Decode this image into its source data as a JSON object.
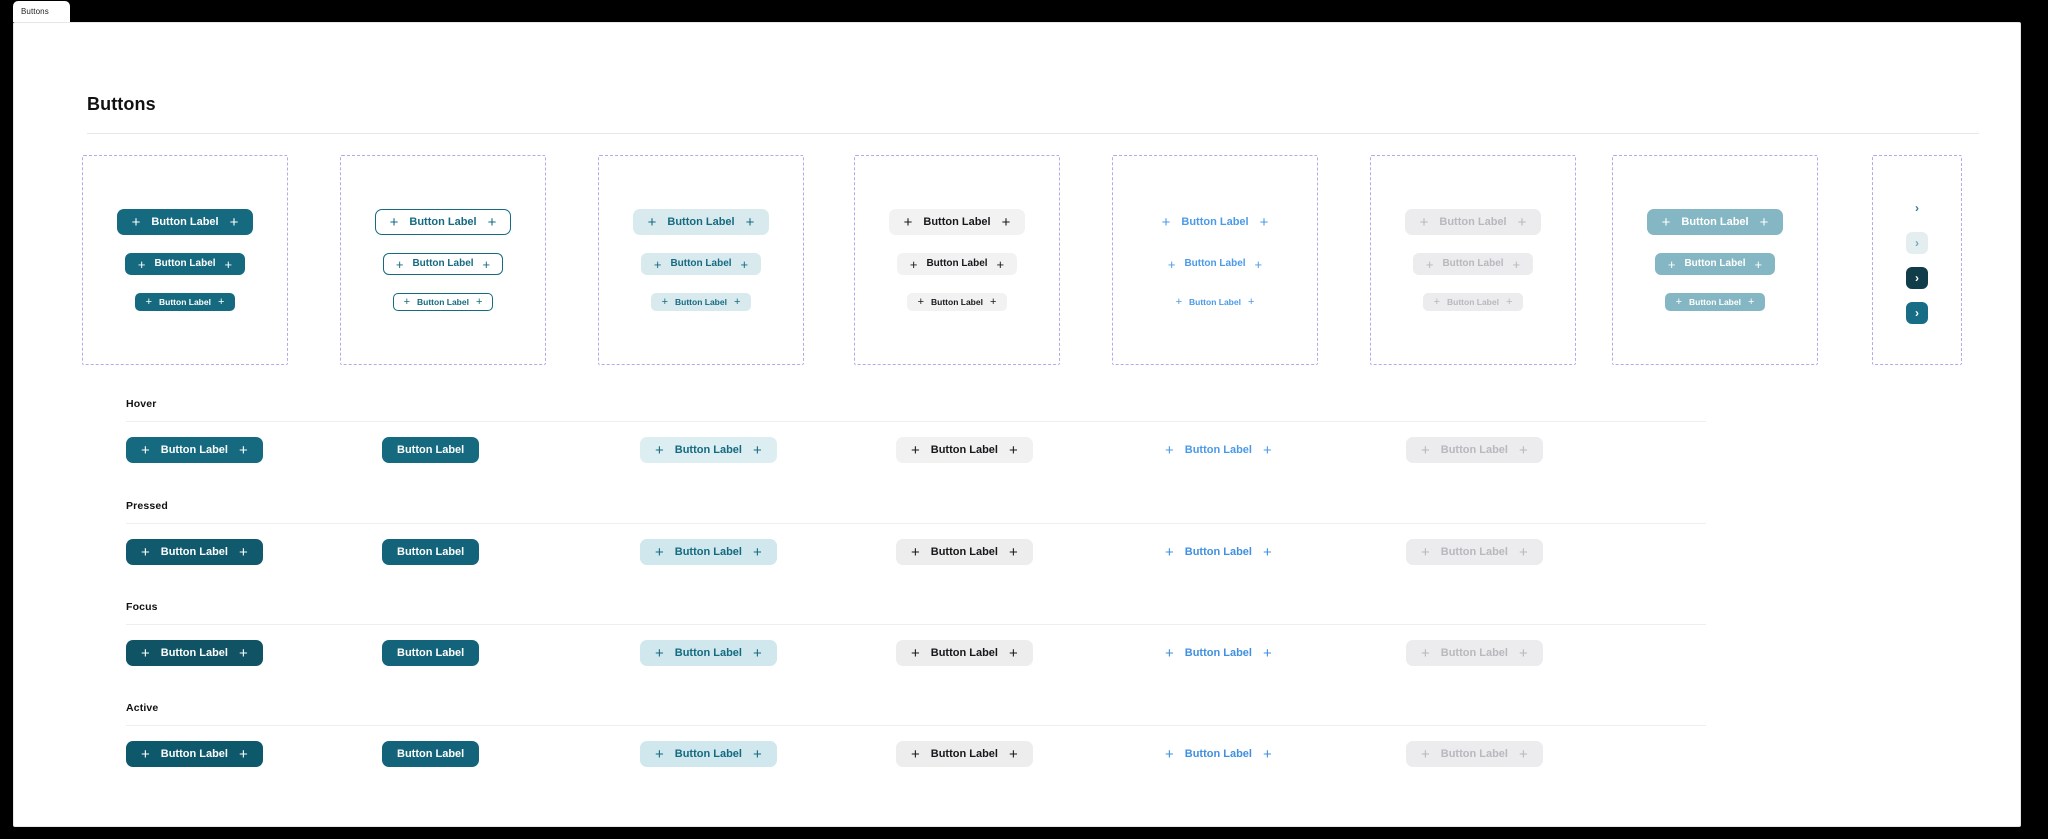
{
  "browser": {
    "tab_title": "Buttons"
  },
  "page": {
    "title": "Buttons"
  },
  "labels": {
    "button_label": "Button Label",
    "plus_icon": "+",
    "chevron_right_icon": "›"
  },
  "colors": {
    "primary": "#156a80",
    "primary_pressed": "#115a6d",
    "tonal_bg": "#d9eaef",
    "tonal_text": "#156a80",
    "neutral_bg": "#f2f2f3",
    "neutral_text": "#18181b",
    "link_text": "#4a9ae8",
    "disabled_bg": "#ececee",
    "disabled_text": "#b8b8bd",
    "muted_teal": "#84b7c3",
    "icon_dark": "#113c4a",
    "card_border": "#b9a8e8",
    "rule": "#eceef0"
  },
  "spec_cards": [
    {
      "name": "primary",
      "variant": "v-primary",
      "buttons": [
        {
          "size": "sz-lg",
          "label": "Button Label",
          "leading_icon": "+",
          "trailing_icon": "+"
        },
        {
          "size": "sz-md",
          "label": "Button Label",
          "leading_icon": "+",
          "trailing_icon": "+"
        },
        {
          "size": "sz-sm",
          "label": "Button Label",
          "leading_icon": "+",
          "trailing_icon": "+"
        }
      ]
    },
    {
      "name": "outline",
      "variant": "v-outline",
      "buttons": [
        {
          "size": "sz-lg",
          "label": "Button Label",
          "leading_icon": "+",
          "trailing_icon": "+"
        },
        {
          "size": "sz-md",
          "label": "Button Label",
          "leading_icon": "+",
          "trailing_icon": "+"
        },
        {
          "size": "sz-sm",
          "label": "Button Label",
          "leading_icon": "+",
          "trailing_icon": "+"
        }
      ]
    },
    {
      "name": "tonal",
      "variant": "v-tonal",
      "buttons": [
        {
          "size": "sz-lg",
          "label": "Button Label",
          "leading_icon": "+",
          "trailing_icon": "+"
        },
        {
          "size": "sz-md",
          "label": "Button Label",
          "leading_icon": "+",
          "trailing_icon": "+"
        },
        {
          "size": "sz-sm",
          "label": "Button Label",
          "leading_icon": "+",
          "trailing_icon": "+"
        }
      ]
    },
    {
      "name": "neutral",
      "variant": "v-neutral",
      "buttons": [
        {
          "size": "sz-lg",
          "label": "Button Label",
          "leading_icon": "+",
          "trailing_icon": "+"
        },
        {
          "size": "sz-md",
          "label": "Button Label",
          "leading_icon": "+",
          "trailing_icon": "+"
        },
        {
          "size": "sz-sm",
          "label": "Button Label",
          "leading_icon": "+",
          "trailing_icon": "+"
        }
      ]
    },
    {
      "name": "link",
      "variant": "v-link",
      "buttons": [
        {
          "size": "sz-lg",
          "label": "Button Label",
          "leading_icon": "+",
          "trailing_icon": "+"
        },
        {
          "size": "sz-md",
          "label": "Button Label",
          "leading_icon": "+",
          "trailing_icon": "+"
        },
        {
          "size": "sz-sm",
          "label": "Button Label",
          "leading_icon": "+",
          "trailing_icon": "+"
        }
      ]
    },
    {
      "name": "disabled",
      "variant": "v-disabled",
      "buttons": [
        {
          "size": "sz-lg",
          "label": "Button Label",
          "leading_icon": "+",
          "trailing_icon": "+"
        },
        {
          "size": "sz-md",
          "label": "Button Label",
          "leading_icon": "+",
          "trailing_icon": "+"
        },
        {
          "size": "sz-sm",
          "label": "Button Label",
          "leading_icon": "+",
          "trailing_icon": "+"
        }
      ]
    },
    {
      "name": "muted",
      "variant": "v-muted",
      "buttons": [
        {
          "size": "sz-lg",
          "label": "Button Label",
          "leading_icon": "+",
          "trailing_icon": "+"
        },
        {
          "size": "sz-md",
          "label": "Button Label",
          "leading_icon": "+",
          "trailing_icon": "+"
        },
        {
          "size": "sz-sm",
          "label": "Button Label",
          "leading_icon": "+",
          "trailing_icon": "+"
        }
      ]
    }
  ],
  "icon_card": {
    "name": "icon-only",
    "buttons": [
      {
        "style": "ib-ghost",
        "icon": "›"
      },
      {
        "style": "ib-tonal",
        "icon": "›"
      },
      {
        "style": "ib-dark",
        "icon": "›"
      },
      {
        "style": "ib-solid",
        "icon": "›"
      }
    ]
  },
  "states": [
    {
      "label": "Hover",
      "buttons": [
        {
          "variant": "v-primary",
          "label": "Button Label",
          "leading_icon": "+",
          "trailing_icon": "+"
        },
        {
          "variant": "v-solidplain",
          "label": "Button Label",
          "leading_icon": "",
          "trailing_icon": ""
        },
        {
          "variant": "v-tonal",
          "label": "Button Label",
          "leading_icon": "+",
          "trailing_icon": "+"
        },
        {
          "variant": "v-neutral",
          "label": "Button Label",
          "leading_icon": "+",
          "trailing_icon": "+"
        },
        {
          "variant": "v-link",
          "label": "Button Label",
          "leading_icon": "+",
          "trailing_icon": "+"
        },
        {
          "variant": "v-disabled",
          "label": "Button Label",
          "leading_icon": "+",
          "trailing_icon": "+"
        }
      ]
    },
    {
      "label": "Pressed",
      "buttons": [
        {
          "variant": "v-primary",
          "label": "Button Label",
          "leading_icon": "+",
          "trailing_icon": "+"
        },
        {
          "variant": "v-solidplain",
          "label": "Button Label",
          "leading_icon": "",
          "trailing_icon": ""
        },
        {
          "variant": "v-tonal",
          "label": "Button Label",
          "leading_icon": "+",
          "trailing_icon": "+"
        },
        {
          "variant": "v-neutral",
          "label": "Button Label",
          "leading_icon": "+",
          "trailing_icon": "+"
        },
        {
          "variant": "v-link",
          "label": "Button Label",
          "leading_icon": "+",
          "trailing_icon": "+"
        },
        {
          "variant": "v-disabled",
          "label": "Button Label",
          "leading_icon": "+",
          "trailing_icon": "+"
        }
      ]
    },
    {
      "label": "Focus",
      "buttons": [
        {
          "variant": "v-primary",
          "label": "Button Label",
          "leading_icon": "+",
          "trailing_icon": "+"
        },
        {
          "variant": "v-solidplain",
          "label": "Button Label",
          "leading_icon": "",
          "trailing_icon": ""
        },
        {
          "variant": "v-tonal",
          "label": "Button Label",
          "leading_icon": "+",
          "trailing_icon": "+"
        },
        {
          "variant": "v-neutral",
          "label": "Button Label",
          "leading_icon": "+",
          "trailing_icon": "+"
        },
        {
          "variant": "v-link",
          "label": "Button Label",
          "leading_icon": "+",
          "trailing_icon": "+"
        },
        {
          "variant": "v-disabled",
          "label": "Button Label",
          "leading_icon": "+",
          "trailing_icon": "+"
        }
      ]
    },
    {
      "label": "Active",
      "buttons": [
        {
          "variant": "v-primary",
          "label": "Button Label",
          "leading_icon": "+",
          "trailing_icon": "+"
        },
        {
          "variant": "v-solidplain",
          "label": "Button Label",
          "leading_icon": "",
          "trailing_icon": ""
        },
        {
          "variant": "v-tonal",
          "label": "Button Label",
          "leading_icon": "+",
          "trailing_icon": "+"
        },
        {
          "variant": "v-neutral",
          "label": "Button Label",
          "leading_icon": "+",
          "trailing_icon": "+"
        },
        {
          "variant": "v-link",
          "label": "Button Label",
          "leading_icon": "+",
          "trailing_icon": "+"
        },
        {
          "variant": "v-disabled",
          "label": "Button Label",
          "leading_icon": "+",
          "trailing_icon": "+"
        }
      ]
    }
  ]
}
